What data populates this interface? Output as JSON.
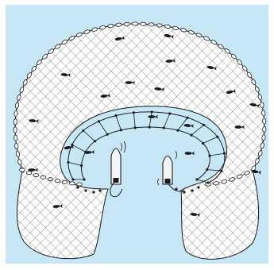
{
  "figure": {
    "colors": {
      "water": "#c7e7f7",
      "net_fill": "#ffffff",
      "net_mesh": "#3a3a3a",
      "outline": "#1a1a1a",
      "float": "#ffffff",
      "fish": "#1a1a1a",
      "boat_hull": "#f4f4f4"
    },
    "elements": {
      "net": "purse-seine-net",
      "float_line": "cork-float-line",
      "lead_line": "purse-line-with-rings",
      "boats": [
        "left-boat",
        "right-boat"
      ],
      "fish_icon": "fish-icon"
    }
  }
}
